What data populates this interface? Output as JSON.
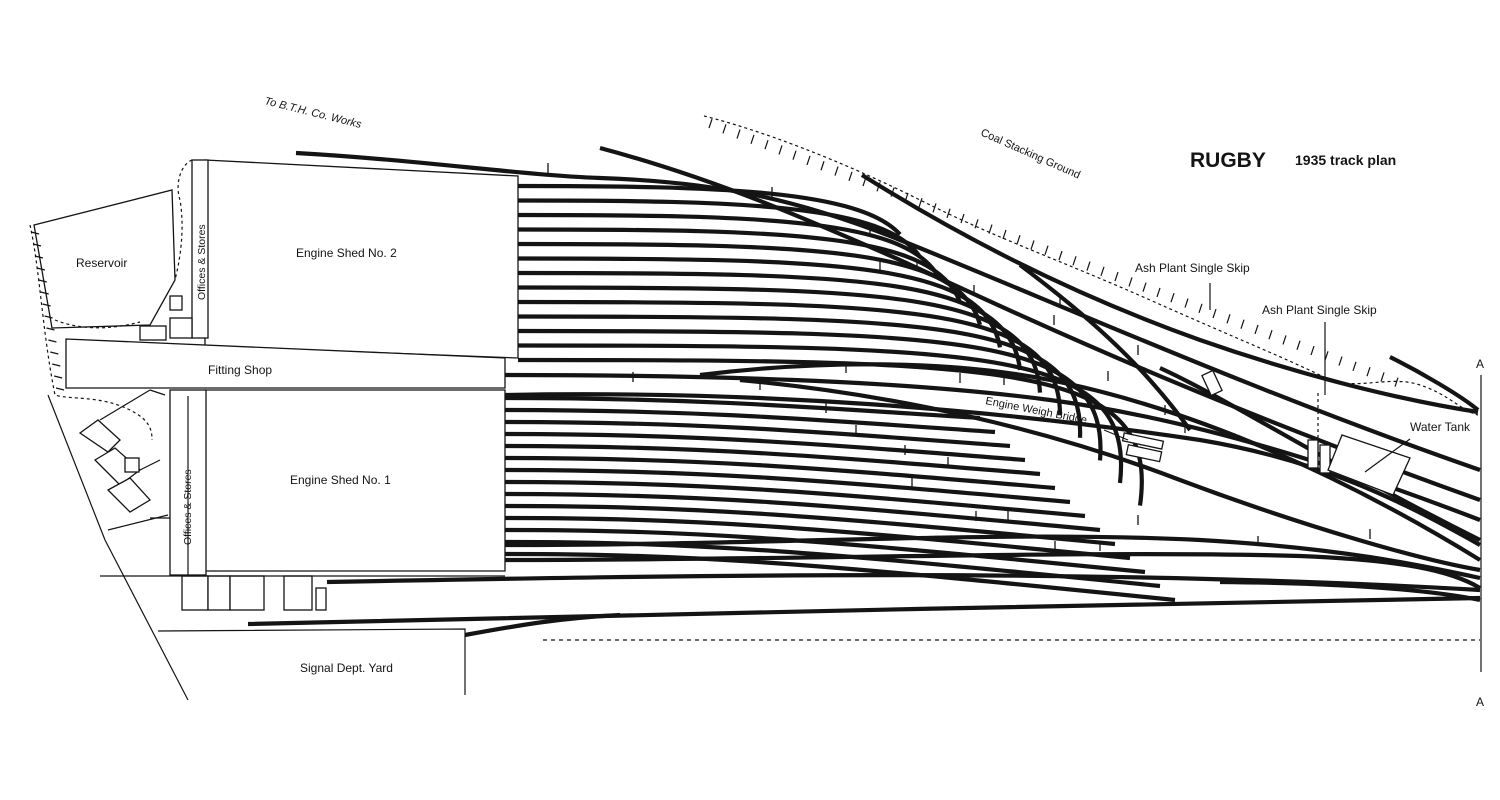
{
  "map": {
    "title": "RUGBY",
    "subtitle": "1935 track plan",
    "labels": {
      "bth_works": "To B.T.H. Co. Works",
      "coal_stacking": "Coal Stacking Ground",
      "reservoir": "Reservoir",
      "offices_upper": "Offices & Stores",
      "offices_lower": "Offices & Stores",
      "engine_shed_2": "Engine Shed No. 2",
      "engine_shed_1": "Engine Shed No. 1",
      "fitting_shop": "Fitting Shop",
      "ash_plant_1": "Ash Plant  Single Skip",
      "ash_plant_2": "Ash Plant  Single Skip",
      "weigh_bridge": "Engine Weigh Bridge",
      "water_tank": "Water Tank",
      "signal_yard": "Signal Dept. Yard",
      "section_top": "A",
      "section_bottom": "A"
    }
  }
}
